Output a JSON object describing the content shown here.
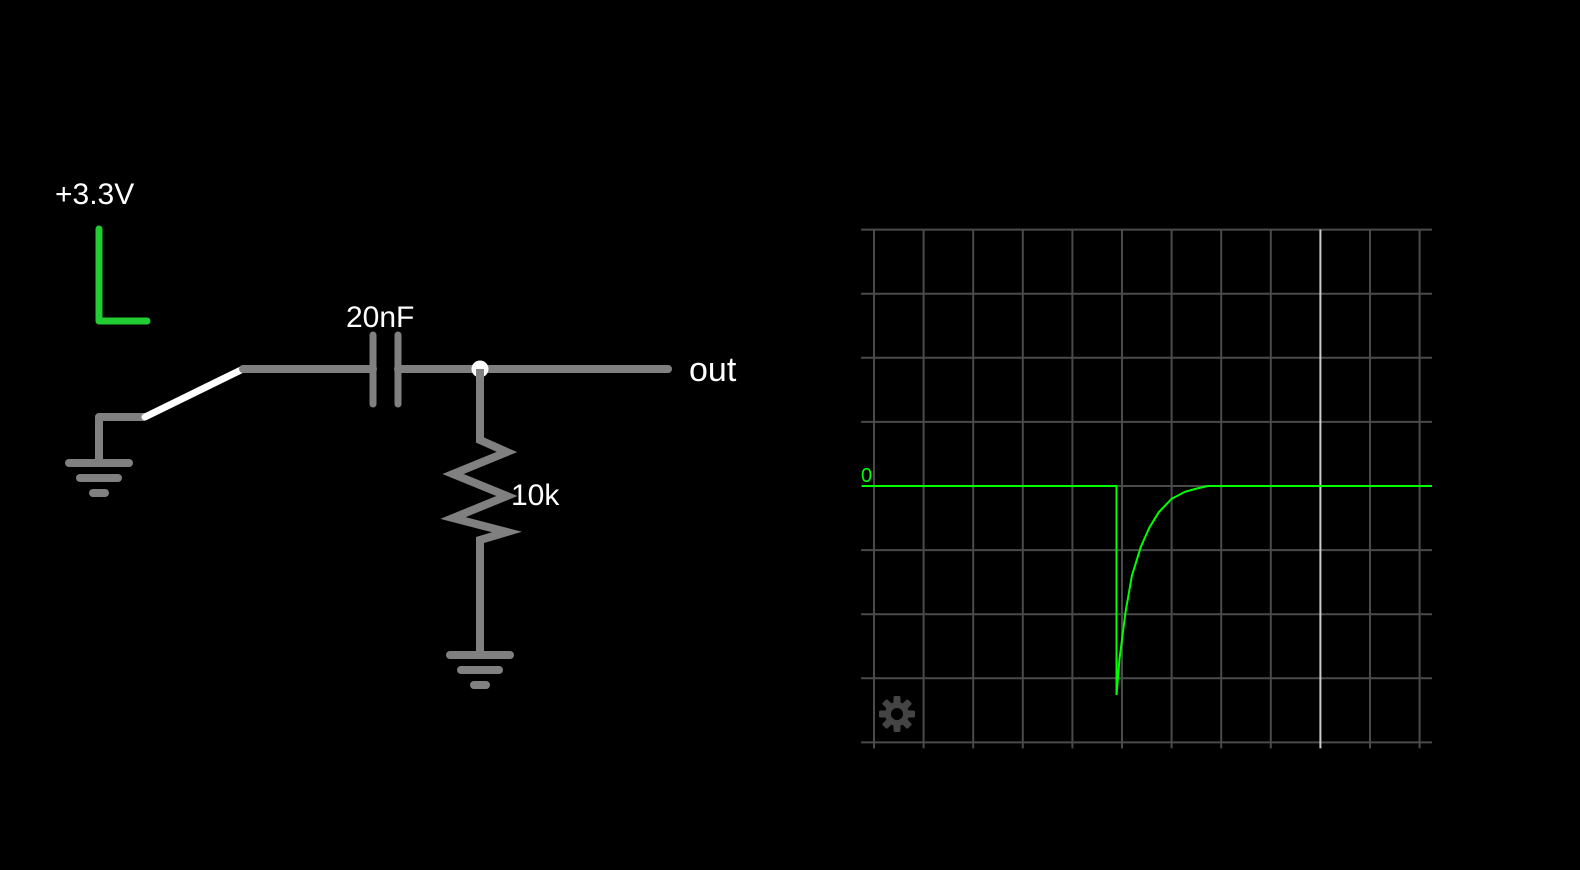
{
  "circuit": {
    "supply_label": "+3.3V",
    "capacitor_label": "20nF",
    "resistor_label": "10k",
    "output_label": "out"
  },
  "colors": {
    "background": "#000000",
    "wire": "#808080",
    "switch_blade": "#ffffff",
    "supply_indicator": "#22cc33",
    "trace": "#00ff00",
    "grid": "#4a4a4a",
    "cursor": "#cccccc",
    "gear": "#444444"
  },
  "scope": {
    "zero_label": "0",
    "settings_icon": "gear-icon"
  },
  "chart_data": {
    "type": "line",
    "title": "",
    "xlabel": "",
    "ylabel": "",
    "units": "grid divisions",
    "xlim": [
      -0.24,
      11.25
    ],
    "ylim": [
      -4,
      4
    ],
    "grid": true,
    "x_gridlines": [
      0,
      1,
      2,
      3,
      4,
      5,
      6,
      7,
      8,
      9,
      10,
      11
    ],
    "y_gridlines": [
      -4,
      -3,
      -2,
      -1,
      0,
      1,
      2,
      3,
      4
    ],
    "cursor_x": 9,
    "zero_label_y": 0,
    "series": [
      {
        "name": "out",
        "x": [
          -0.24,
          4.89,
          4.89,
          4.95,
          5.07,
          5.2,
          5.38,
          5.55,
          5.74,
          6.0,
          6.27,
          6.5,
          6.73,
          11.25
        ],
        "y": [
          0,
          0,
          -3.26,
          -2.7,
          -1.97,
          -1.4,
          -0.95,
          -0.65,
          -0.41,
          -0.2,
          -0.09,
          -0.04,
          0,
          0
        ]
      }
    ]
  }
}
